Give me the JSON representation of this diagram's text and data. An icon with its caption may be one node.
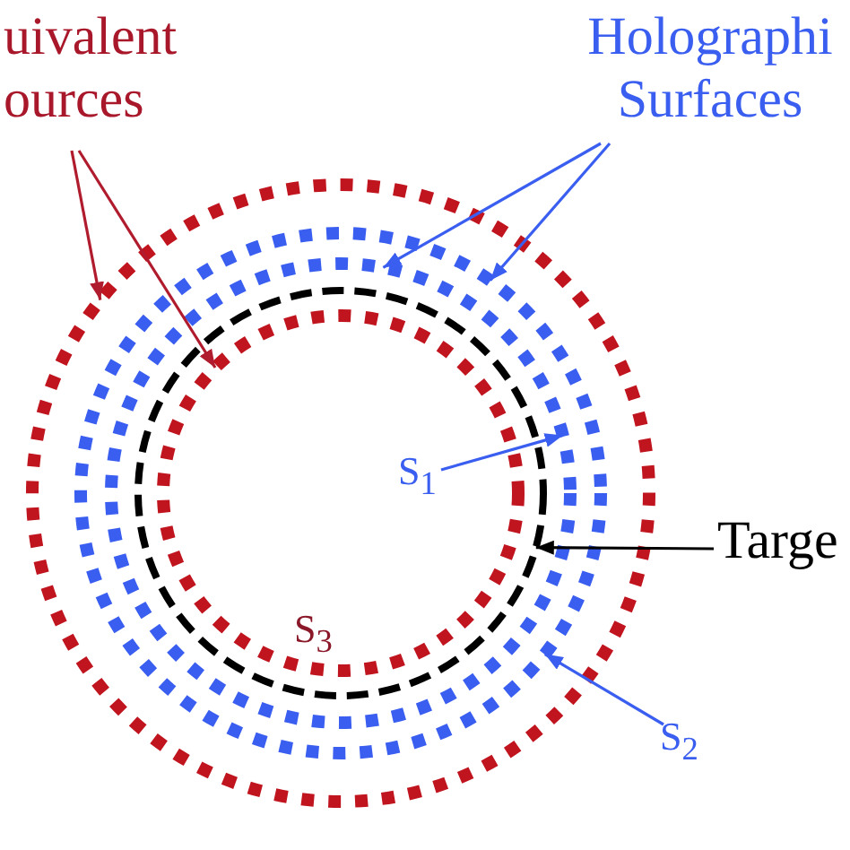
{
  "diagram": {
    "nodes": [
      {
        "text": [
          "uivalent ources"
        ]
      },
      {
        "text": [
          "Holographi Surfaces"
        ]
      },
      {
        "text": [],
        "shape": "circle"
      },
      {
        "text": [],
        "shape": "circle",
        "in": 2
      },
      {
        "text": [],
        "shape": "circle",
        "in": 3
      },
      {
        "text": [],
        "shape": "circle",
        "in": 4
      },
      {
        "text": [],
        "shape": "circle",
        "in": 5
      },
      {
        "text": [
          "S$_{1}$"
        ],
        "in": 6
      },
      {
        "text": [
          "Targe"
        ]
      },
      {
        "text": [
          "S$_{2}$"
        ]
      }
    ],
    "edges": [
      {
        "from": 0,
        "to": 2,
        "arrow": "to",
        "color": "#b01c2e"
      },
      {
        "from": 0,
        "to": 6,
        "arrow": "to",
        "color": "#b01c2e"
      },
      {
        "from": 1,
        "to": 4,
        "arrow": "to"
      },
      {
        "from": 1,
        "to": 3,
        "arrow": "to"
      },
      {
        "from": 7,
        "to": 4,
        "arrow": "to"
      },
      {
        "from": 8,
        "to": 5,
        "arrow": "to",
        "color": "#000000"
      },
      {
        "from": 9,
        "to": 3,
        "arrow": "to"
      }
    ],
    "labels": [
      "S$_{3}$"
    ]
  }
}
